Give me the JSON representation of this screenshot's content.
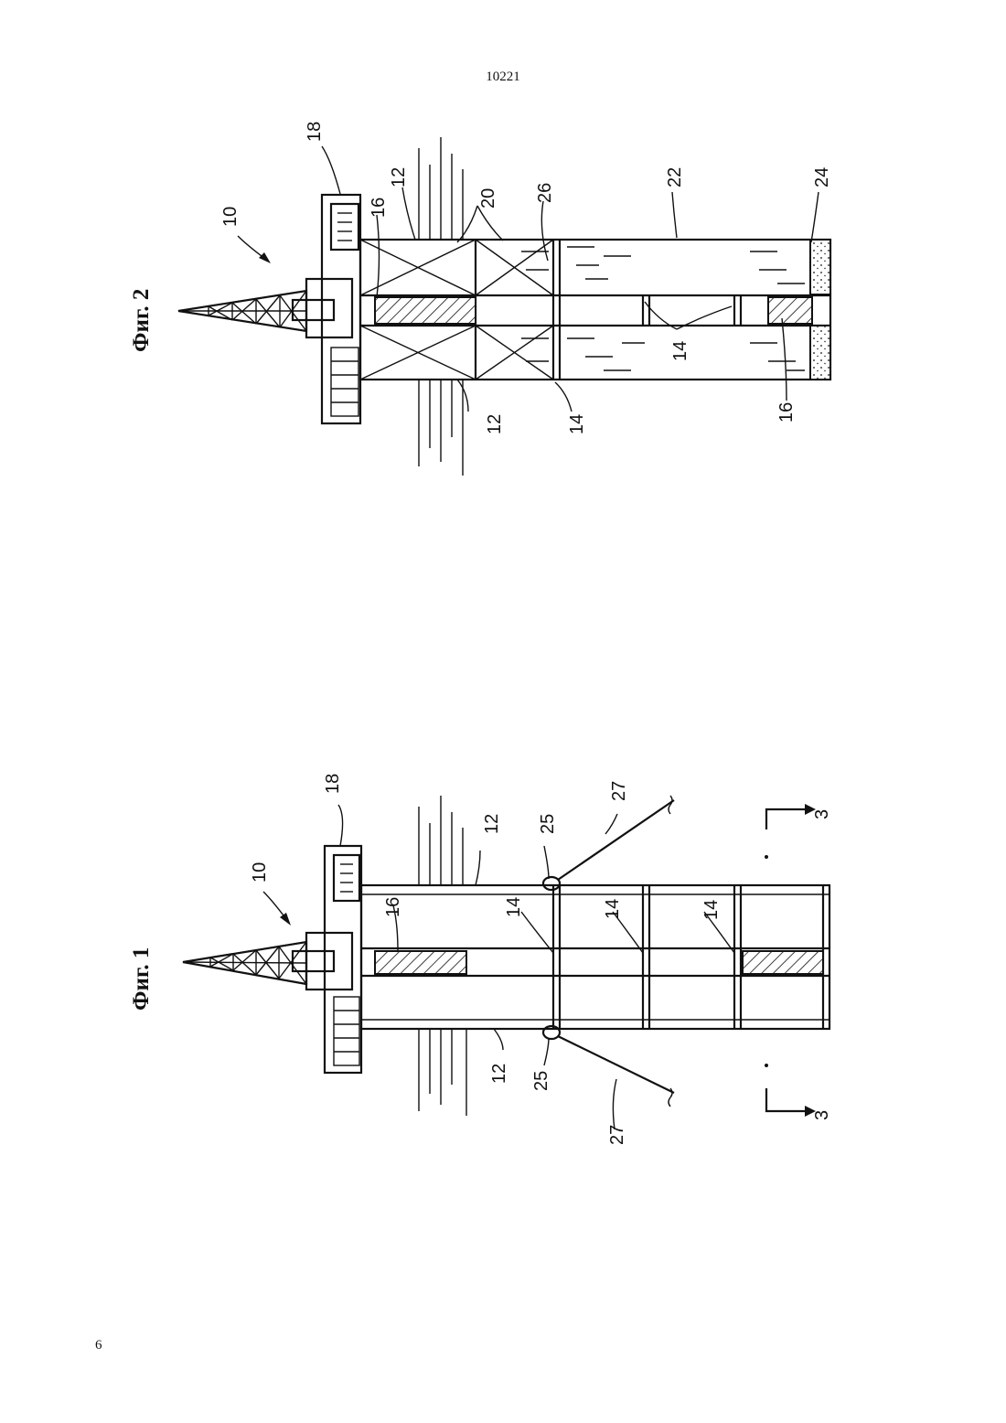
{
  "header": {
    "doc_number": "10221"
  },
  "footer": {
    "page_number": "6"
  },
  "figure_1": {
    "caption": "Фиг. 1",
    "labels": {
      "platform": "10",
      "deck_module": "18",
      "ballast": "16",
      "outer_wall_top": "12",
      "outer_wall_bottom": "12",
      "bulkhead_a": "14",
      "bulkhead_b": "14",
      "bulkhead_c": "14",
      "fairlead_top": "25",
      "fairlead_bottom": "25",
      "mooring_top": "27",
      "mooring_bottom": "27",
      "section_top": "3",
      "section_bottom": "3"
    }
  },
  "figure_2": {
    "caption": "Фиг. 2",
    "labels": {
      "platform": "10",
      "deck_module": "18",
      "outer_wall_top": "12",
      "outer_wall_bottom": "12",
      "ballast_top": "16",
      "ballast_bottom": "16",
      "brace": "20",
      "compartment": "26",
      "water_fill": "22",
      "sand": "24",
      "bulkhead_a": "14",
      "bulkhead_b": "14"
    }
  }
}
